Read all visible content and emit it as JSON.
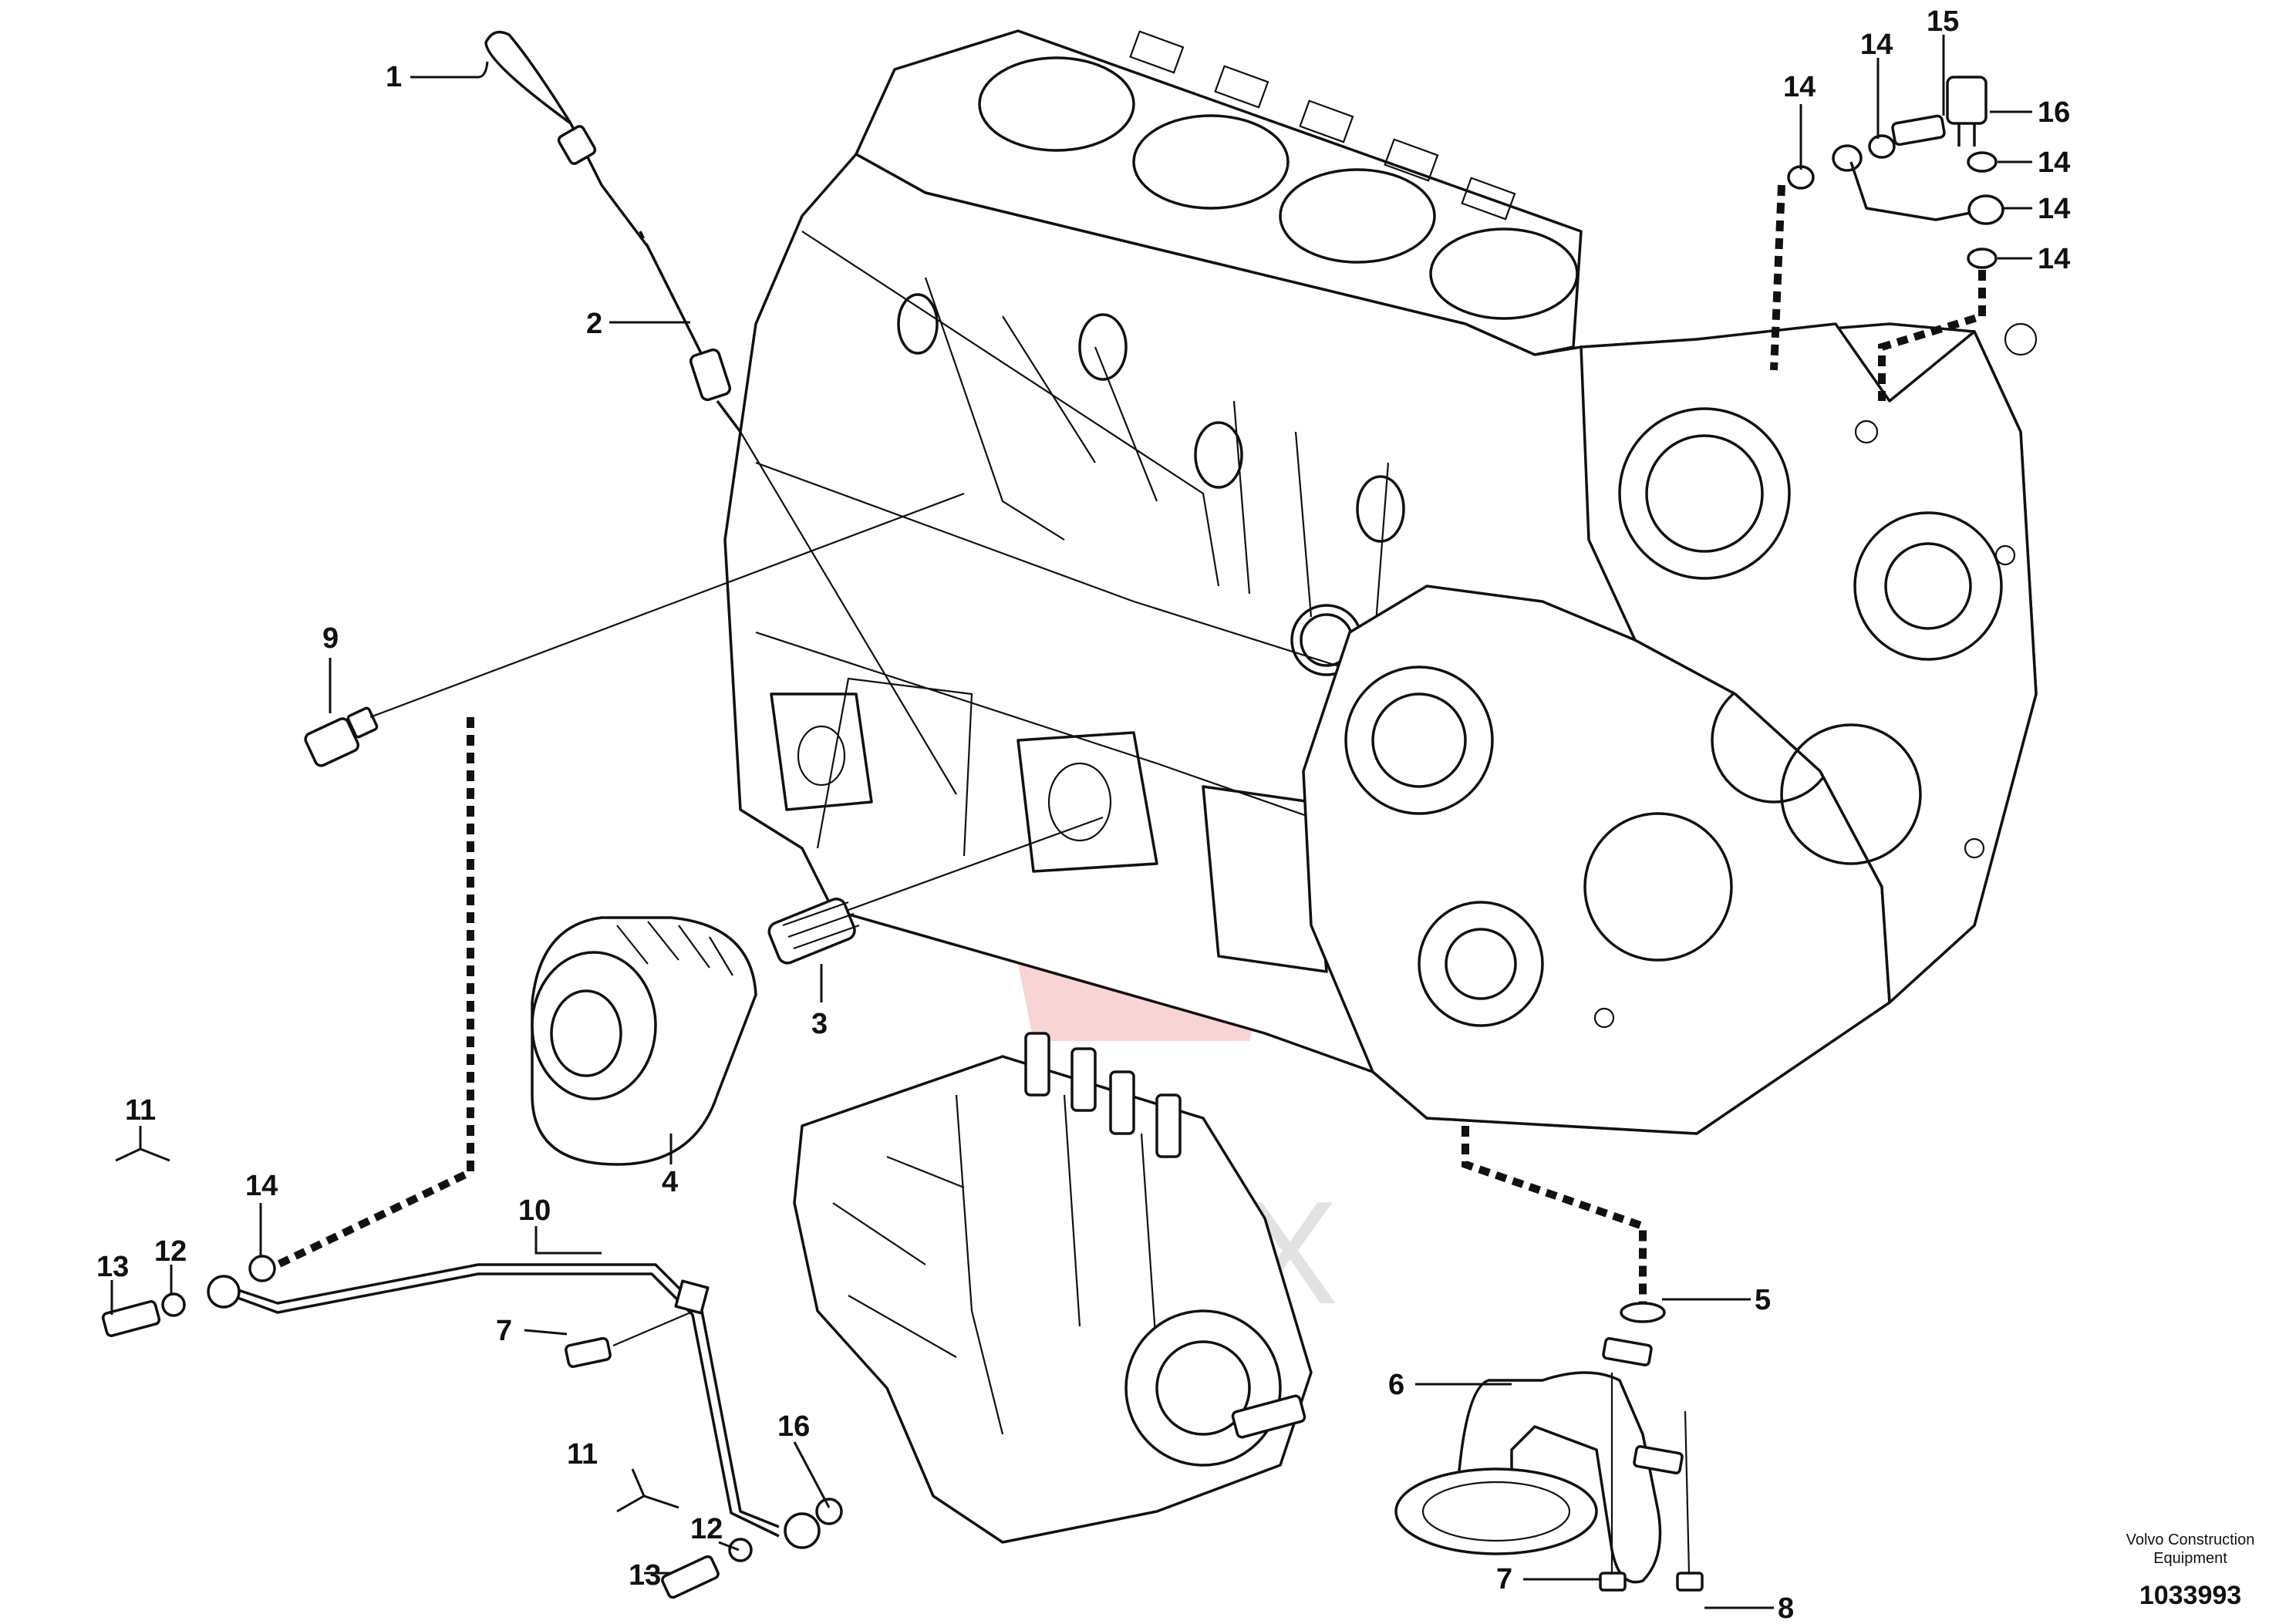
{
  "callouts": [
    {
      "id": "c1",
      "label": "1"
    },
    {
      "id": "c2",
      "label": "2"
    },
    {
      "id": "c3",
      "label": "3"
    },
    {
      "id": "c4",
      "label": "4"
    },
    {
      "id": "c5",
      "label": "5"
    },
    {
      "id": "c6",
      "label": "6"
    },
    {
      "id": "c7a",
      "label": "7"
    },
    {
      "id": "c7b",
      "label": "7"
    },
    {
      "id": "c8",
      "label": "8"
    },
    {
      "id": "c9",
      "label": "9"
    },
    {
      "id": "c10",
      "label": "10"
    },
    {
      "id": "c11a",
      "label": "11"
    },
    {
      "id": "c11b",
      "label": "11"
    },
    {
      "id": "c12a",
      "label": "12"
    },
    {
      "id": "c12b",
      "label": "12"
    },
    {
      "id": "c13a",
      "label": "13"
    },
    {
      "id": "c13b",
      "label": "13"
    },
    {
      "id": "c14a",
      "label": "14"
    },
    {
      "id": "c14b",
      "label": "14"
    },
    {
      "id": "c14c",
      "label": "14"
    },
    {
      "id": "c14d",
      "label": "14"
    },
    {
      "id": "c14e",
      "label": "14"
    },
    {
      "id": "c14f",
      "label": "14"
    },
    {
      "id": "c15",
      "label": "15"
    },
    {
      "id": "c16a",
      "label": "16"
    },
    {
      "id": "c16b",
      "label": "16"
    }
  ],
  "caption": {
    "line1": "Volvo Construction",
    "line2": "Equipment",
    "drawing_number": "1033993"
  },
  "watermark": {
    "text": "UPTEX",
    "color": "#e23b3b"
  }
}
